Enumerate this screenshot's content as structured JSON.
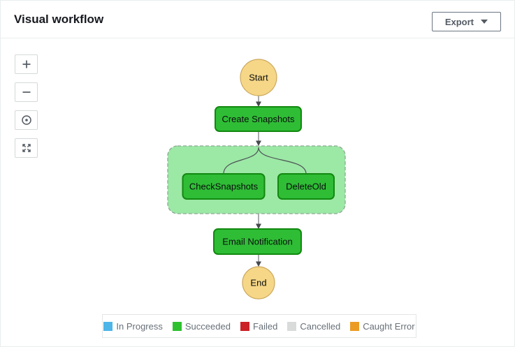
{
  "header": {
    "title": "Visual workflow",
    "export_button": {
      "label": "Export",
      "icon": "caret-down-icon"
    }
  },
  "toolbar": {
    "buttons": [
      {
        "id": "zoom-in",
        "icon": "plus-icon"
      },
      {
        "id": "zoom-out",
        "icon": "minus-icon"
      },
      {
        "id": "center",
        "icon": "center-target-icon"
      },
      {
        "id": "fit-view",
        "icon": "expand-arrows-icon"
      }
    ]
  },
  "workflow": {
    "nodes": {
      "start": {
        "label": "Start",
        "type": "terminal"
      },
      "create_snapshots": {
        "label": "Create Snapshots",
        "type": "task"
      },
      "check_snapshots": {
        "label": "CheckSnapshots",
        "type": "task"
      },
      "delete_old": {
        "label": "DeleteOld",
        "type": "task"
      },
      "email_notification": {
        "label": "Email Notification",
        "type": "task"
      },
      "end": {
        "label": "End",
        "type": "terminal"
      }
    },
    "colors": {
      "succeeded_fill": "#2fbd36",
      "succeeded_border": "#12880f",
      "parallel_fill": "#9ce8a5",
      "parallel_border": "#8fa796",
      "terminal_fill": "#f6d787",
      "terminal_border": "#cba85c"
    }
  },
  "legend": {
    "items": [
      {
        "label": "In Progress",
        "color": "#4db5e8"
      },
      {
        "label": "Succeeded",
        "color": "#2ec12e"
      },
      {
        "label": "Failed",
        "color": "#cb2127"
      },
      {
        "label": "Cancelled",
        "color": "#d9dbdb"
      },
      {
        "label": "Caught Error",
        "color": "#eb9b24"
      }
    ]
  }
}
